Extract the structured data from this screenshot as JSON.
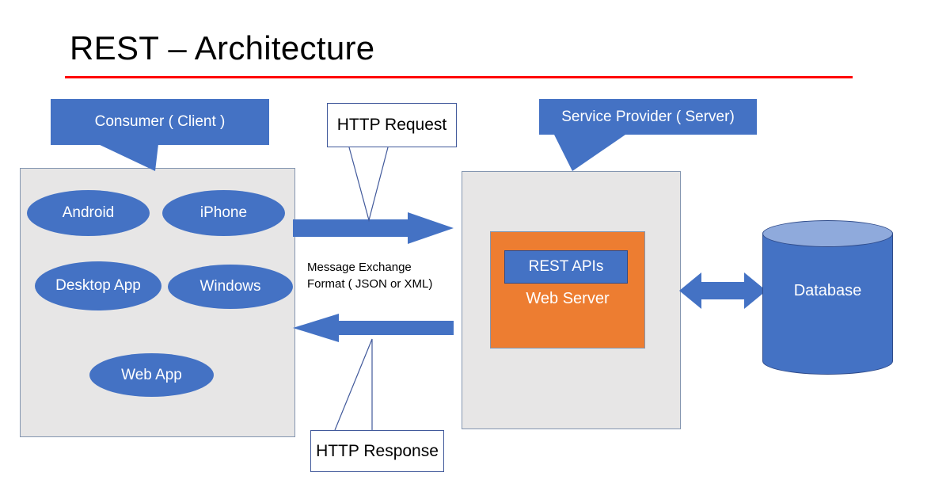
{
  "slide": {
    "title": "REST – Architecture",
    "accent_rule_color": "#FF0000",
    "background": "#FFFFFF"
  },
  "colors": {
    "blue": "#4472C4",
    "light_blue": "#8FAADC",
    "orange": "#ED7D31",
    "zone_gray": "#E7E6E6",
    "zone_border": "#8496B0",
    "red": "#FF0000"
  },
  "callouts": {
    "consumer": "Consumer ( Client )",
    "provider": "Service Provider ( Server)",
    "http_request": "HTTP Request",
    "http_response": "HTTP Response"
  },
  "client_zone": {
    "name": "Consumer ( Client )",
    "apps": [
      {
        "label": "Android"
      },
      {
        "label": "iPhone"
      },
      {
        "label": "Desktop App"
      },
      {
        "label": "Windows"
      },
      {
        "label": "Web App"
      }
    ]
  },
  "middle": {
    "message_format_line1": "Message Exchange",
    "message_format_line2": "Format ( JSON or XML)",
    "request_arrow_direction": "right",
    "response_arrow_direction": "left"
  },
  "server_zone": {
    "name": "Service Provider ( Server)",
    "web_server_label": "Web Server",
    "rest_apis_label": "REST APIs"
  },
  "database": {
    "label": "Database",
    "connector": "bidirectional-arrow"
  }
}
